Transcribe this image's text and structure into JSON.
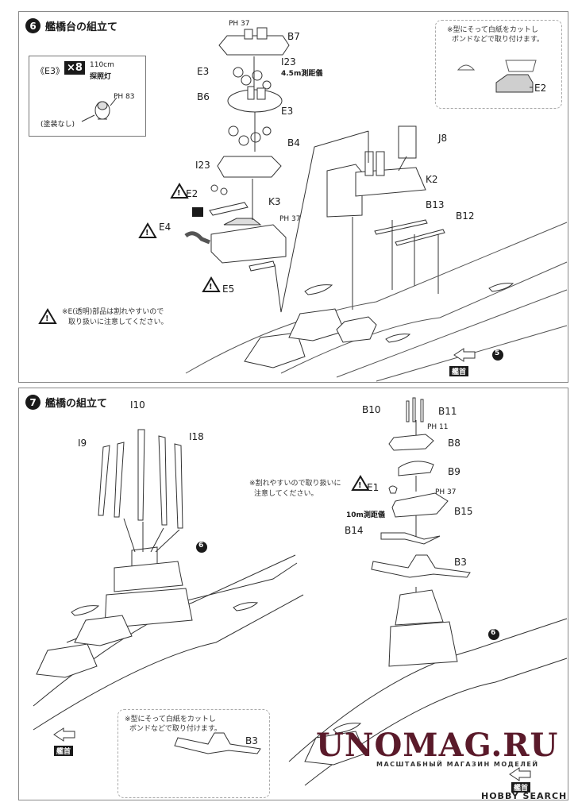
{
  "step6": {
    "number": "6",
    "title": "艦橋台の組立て",
    "inset": {
      "part": "《E3》",
      "qty": "×8",
      "desc1": "110cm",
      "desc2": "探照灯",
      "ph": "PH 83",
      "paint": "(塗装なし)"
    },
    "tip": {
      "text1": "※型にそって白紙をカットし",
      "text2": "ボンドなどで取り付けます。",
      "part": "E2"
    },
    "labels": {
      "b7": "B7",
      "ph37a": "PH 37",
      "e3a": "E3",
      "i23a": "I23",
      "rangefinder": "4.5m測距儀",
      "b6": "B6",
      "e3b": "E3",
      "b4": "B4",
      "i23b": "I23",
      "e2": "E2",
      "k3": "K3",
      "ph37b": "PH 37",
      "e4": "E4",
      "e5": "E5",
      "j8": "J8",
      "k2": "K2",
      "b13": "B13",
      "b12": "B12",
      "ref5": "5",
      "bow": "艦首"
    },
    "warning1": "※E(透明)部品は割れやすいので",
    "warning2": "取り扱いに注意してください。"
  },
  "step7": {
    "number": "7",
    "title": "艦橋の組立て",
    "labels": {
      "i10": "I10",
      "i9": "I9",
      "i18": "I18",
      "ref6a": "6",
      "b10": "B10",
      "b11": "B11",
      "ph11": "PH 11",
      "b8": "B8",
      "b9": "B9",
      "e1": "E1",
      "ph37": "PH 37",
      "rangefinder10": "10m測距儀",
      "b15": "B15",
      "b14": "B14",
      "b3": "B3",
      "ref6b": "6",
      "bow1": "艦首",
      "bow2": "艦首"
    },
    "note1": "※割れやすいので取り扱いに",
    "note2": "注意してください。",
    "tip": {
      "text1": "※型にそって白紙をカットし",
      "text2": "ボンドなどで取り付けます。",
      "part": "B3"
    }
  },
  "watermark": {
    "main": "UNOMAG.RU",
    "sub": "МАСШТАБНЫЙ МАГАЗИН МОДЕЛЕЙ",
    "hobby": "HOBBY SEARCH"
  }
}
